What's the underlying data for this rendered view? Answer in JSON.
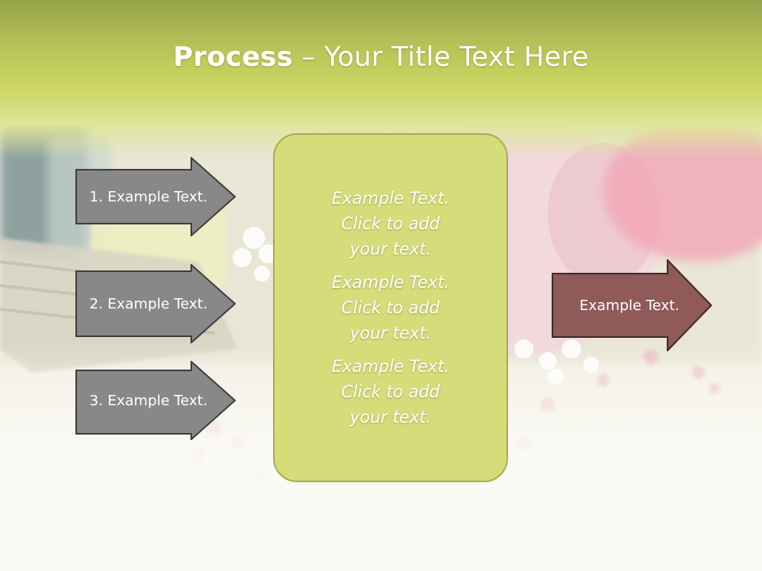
{
  "title": {
    "bold": "Process",
    "rest": " – Your Title Text Here"
  },
  "left_arrows": [
    {
      "label": "1. Example Text."
    },
    {
      "label": "2. Example Text."
    },
    {
      "label": "3. Example Text."
    }
  ],
  "center_box": {
    "paragraphs": [
      {
        "lines": [
          "Example Text.",
          "Click  to add",
          "your text."
        ]
      },
      {
        "lines": [
          "Example Text.",
          "Click  to add",
          "your text."
        ]
      },
      {
        "lines": [
          "Example Text.",
          "Click  to add",
          "your text."
        ]
      }
    ]
  },
  "right_arrow": {
    "label": "Example Text."
  },
  "colors": {
    "header": "#c5d05e",
    "arrow_gray": "#888888",
    "arrow_red": "#8f5a58",
    "box_fill": "#d6dc7a",
    "box_border": "#a6ae55"
  }
}
